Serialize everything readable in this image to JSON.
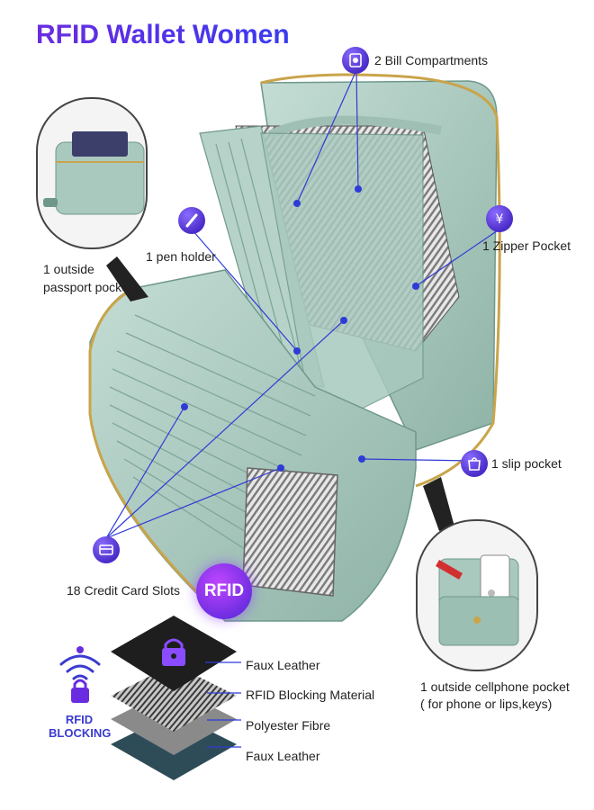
{
  "title": "RFID Wallet Women",
  "labels": {
    "bill_compartments": "2 Bill Compartments",
    "pen_holder": "1 pen holder",
    "zipper_pocket": "1 Zipper Pocket",
    "passport_pocket_line1": "1 outside",
    "passport_pocket_line2": "passport pocket",
    "slip_pocket": "1 slip pocket",
    "credit_card_slots": "18 Credit Card Slots",
    "cellphone_pocket_line1": "1 outside cellphone pocket",
    "cellphone_pocket_line2": "( for phone or lips,keys)"
  },
  "rfid_badge": "RFID",
  "blocking_logo": {
    "line1": "RFID",
    "line2": "BLOCKING"
  },
  "layers": [
    {
      "label": "Faux Leather"
    },
    {
      "label": "RFID Blocking Material"
    },
    {
      "label": "Polyester Fibre"
    },
    {
      "label": "Faux Leather"
    }
  ],
  "colors": {
    "accent": "#5a33e6",
    "wallet": "#a9c9bf",
    "wallet_dark": "#7fa69a",
    "zipper": "#c9a44a",
    "leader_line": "#2f3bd6"
  },
  "icons": [
    "money-icon",
    "pen-icon",
    "yen-icon",
    "bag-icon",
    "card-icon",
    "padlock-icon",
    "wifi-icon"
  ]
}
